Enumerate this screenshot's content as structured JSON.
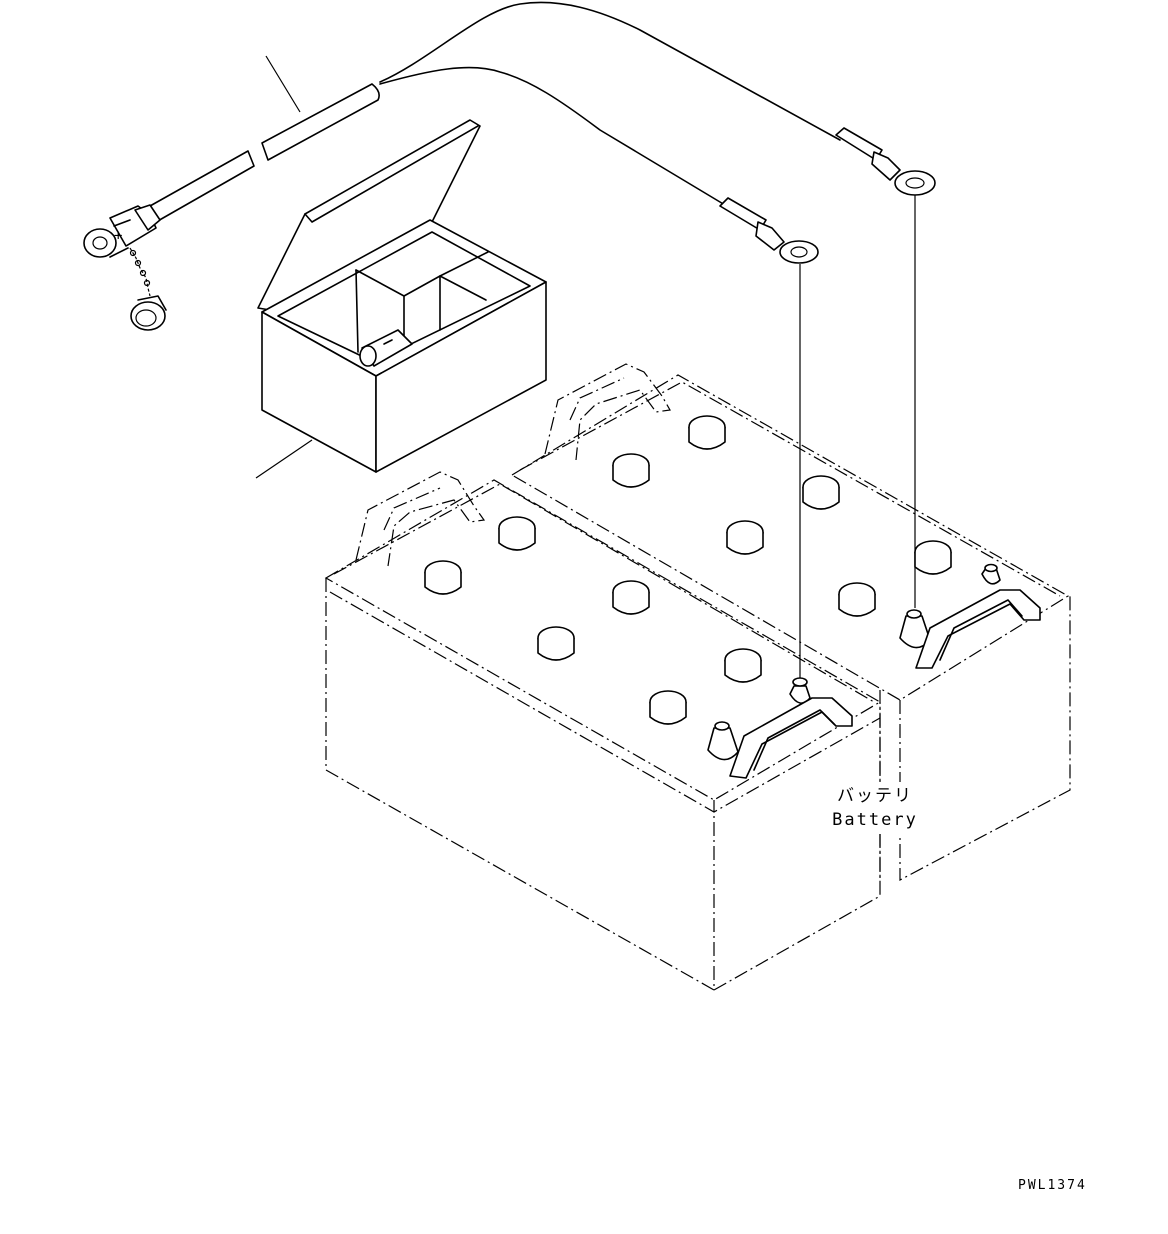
{
  "callout": {
    "ja": "バッテリ",
    "en": "Battery"
  },
  "drawing_id": "PWL1374"
}
